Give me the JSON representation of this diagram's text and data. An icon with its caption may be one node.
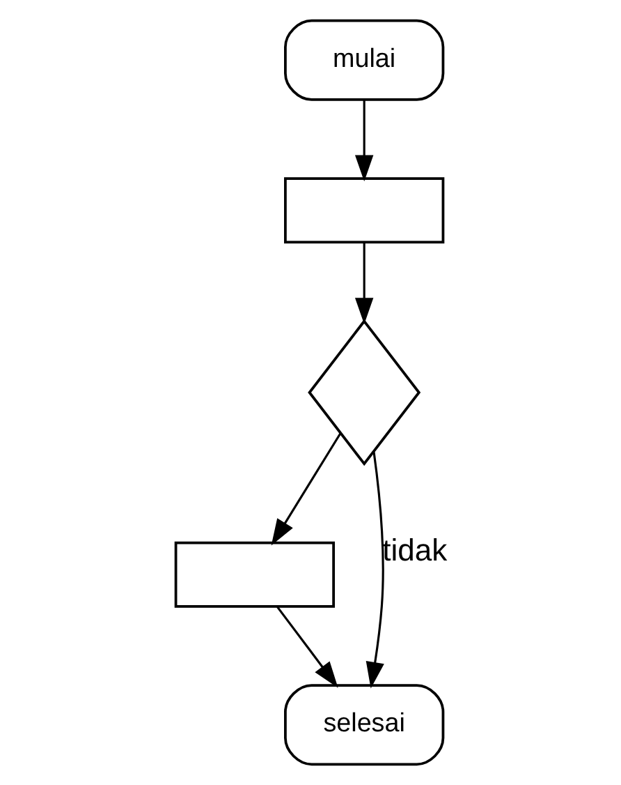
{
  "diagram": {
    "nodes": [
      {
        "text": [
          "mulai"
        ]
      },
      {
        "text": [],
        "shape": "box"
      },
      {
        "text": [],
        "shape": "diamond"
      },
      {
        "text": [],
        "shape": "box"
      },
      {
        "text": [
          "selesai"
        ]
      }
    ],
    "edges": [
      {
        "from": 0,
        "to": 1,
        "arrow": "to"
      },
      {
        "from": 1,
        "to": 2,
        "arrow": "to"
      },
      {
        "from": 2,
        "to": 3,
        "arrow": "to"
      },
      {
        "from": 3,
        "to": 4,
        "arrow": "to"
      },
      {
        "from": 2,
        "to": 4,
        "arrow": "to",
        "label": "tidak"
      }
    ]
  }
}
